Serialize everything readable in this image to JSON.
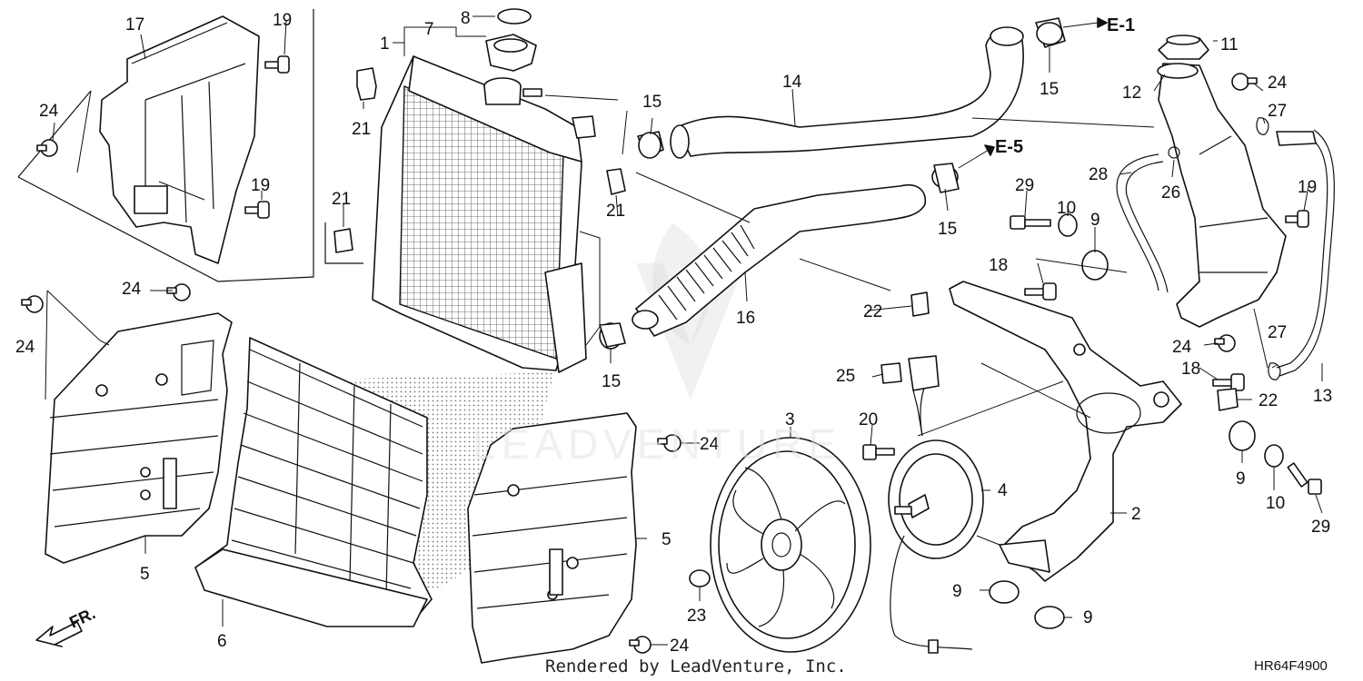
{
  "diagram": {
    "footer": "Rendered by LeadVenture, Inc.",
    "diagram_code": "HR64F4900",
    "front_indicator": "FR.",
    "watermark": "LEADVENTURE",
    "references": [
      "E-1",
      "E-5"
    ],
    "callouts": {
      "c1": "1",
      "c2": "2",
      "c3": "3",
      "c4": "4",
      "c5a": "5",
      "c5b": "5",
      "c6": "6",
      "c7": "7",
      "c8": "8",
      "c9a": "9",
      "c9b": "9",
      "c9c": "9",
      "c9d": "9",
      "c10a": "10",
      "c10b": "10",
      "c11": "11",
      "c12": "12",
      "c13": "13",
      "c14": "14",
      "c15a": "15",
      "c15b": "15",
      "c15c": "15",
      "c15d": "15",
      "c16": "16",
      "c17": "17",
      "c18a": "18",
      "c18b": "18",
      "c19a": "19",
      "c19b": "19",
      "c19c": "19",
      "c20": "20",
      "c21a": "21",
      "c21b": "21",
      "c21c": "21",
      "c22a": "22",
      "c22b": "22",
      "c23": "23",
      "c24a": "24",
      "c24b": "24",
      "c24c": "24",
      "c24d": "24",
      "c24e": "24",
      "c24f": "24",
      "c25": "25",
      "c26": "26",
      "c27a": "27",
      "c27b": "27",
      "c28": "28",
      "c29a": "29",
      "c29b": "29"
    }
  }
}
